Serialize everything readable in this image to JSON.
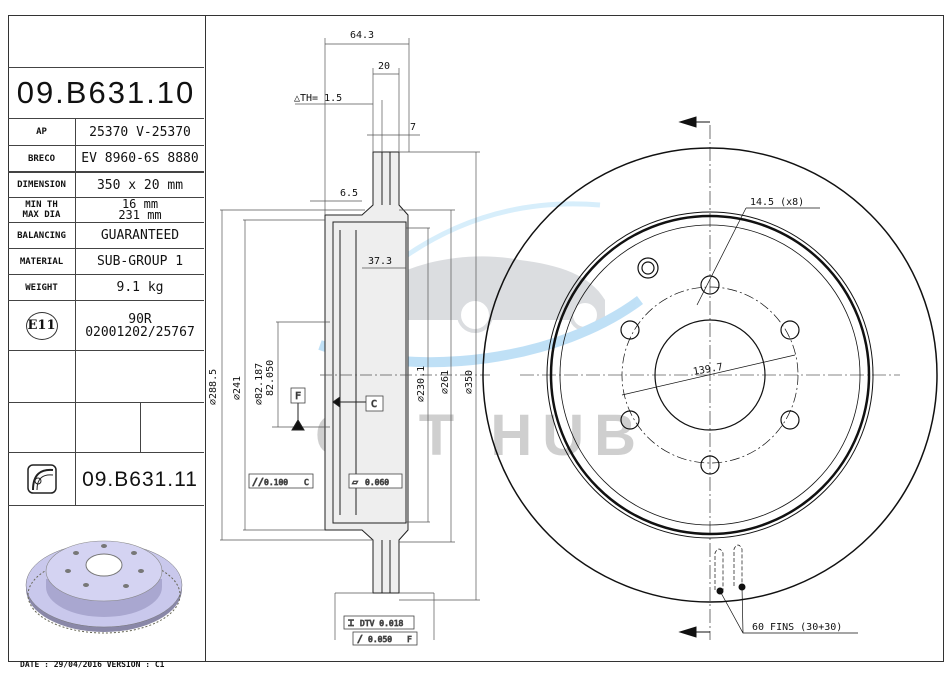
{
  "part_number": "09.B631.10",
  "spec_table": [
    {
      "label": "AP",
      "value": "25370 V-25370"
    },
    {
      "label": "BRECO",
      "value": "EV 8960-6S 8880"
    },
    {
      "label": "DIMENSION",
      "value": "350 x 20 mm"
    },
    {
      "label": "MIN TH",
      "label2": "MAX DIA",
      "value": "16 mm",
      "value2": "231 mm"
    },
    {
      "label": "BALANCING",
      "value": "GUARANTEED"
    },
    {
      "label": "MATERIAL",
      "value": "SUB-GROUP 1"
    },
    {
      "label": "WEIGHT",
      "value": "9.1 kg"
    }
  ],
  "approval": {
    "mark": "E11",
    "code": "90R",
    "number": "02001202/25767"
  },
  "alt_part_number": "09.B631.11",
  "footer": "DATE : 29/04/2016 VERSION : C1",
  "watermark": "OPT HUB",
  "dimensions": {
    "overall_height": "64.3",
    "thickness": "20",
    "delta_th": "△TH= 1.5",
    "fin_width": "7",
    "hat_wall": "6.5",
    "hat_depth": "37.3",
    "d_288": "⌀288.5",
    "d_241": "⌀241",
    "d_center_max": "⌀82.187",
    "d_center_min": "82.050",
    "d_230": "⌀230.1",
    "d_261": "⌀261",
    "d_350": "⌀350",
    "datum_f": "F",
    "datum_c": "C",
    "parallelism": "0.100",
    "parallelism_ref": "C",
    "flatness": "0.060",
    "dtv": "DTV 0.018",
    "runout": "0.050",
    "runout_ref": "F",
    "bolt_holes": "14.5 (x8)",
    "pcd": "139.7",
    "fins": "60 FINS (30+30)"
  }
}
